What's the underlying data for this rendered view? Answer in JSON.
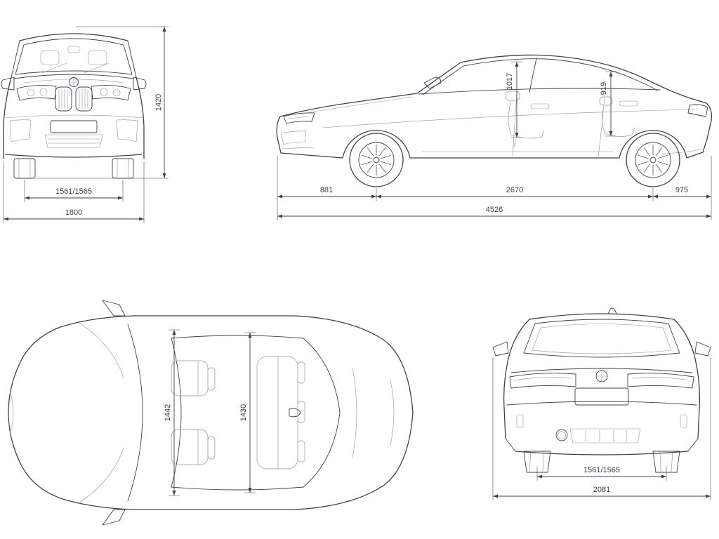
{
  "colors": {
    "line": "#3a4250",
    "light_line": "#a6adb8",
    "background": "#ffffff"
  },
  "front_view": {
    "height": "1420",
    "track": "1561/1565",
    "width": "1800"
  },
  "side_view": {
    "front_headroom": "1017",
    "rear_headroom": "919",
    "front_overhang": "881",
    "wheelbase": "2670",
    "rear_overhang": "975",
    "length": "4526"
  },
  "top_view": {
    "front_interior_width": "1442",
    "rear_interior_width": "1430"
  },
  "rear_view": {
    "track": "1561/1565",
    "width_incl_mirrors": "2081"
  }
}
